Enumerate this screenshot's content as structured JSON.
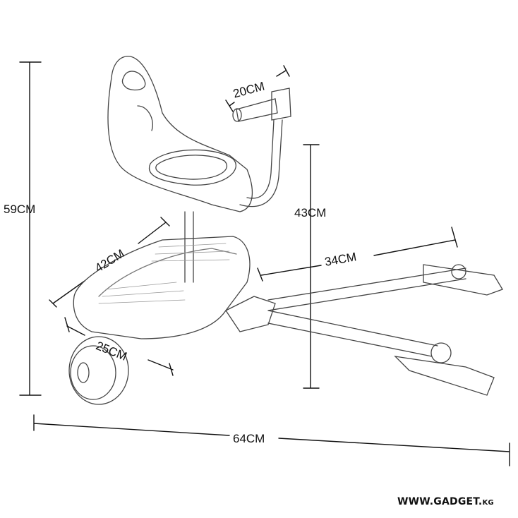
{
  "dimensions": {
    "handle_width": "20CM",
    "total_height": "59CM",
    "seat_height": "43CM",
    "board_width": "42CM",
    "arm_length": "34CM",
    "wheel_span": "25CM",
    "total_length": "64CM"
  },
  "watermark": {
    "main": "WWW.GADGET.",
    "suffix": "KG"
  },
  "colors": {
    "ink": "#111111",
    "sketch": "#555555"
  }
}
